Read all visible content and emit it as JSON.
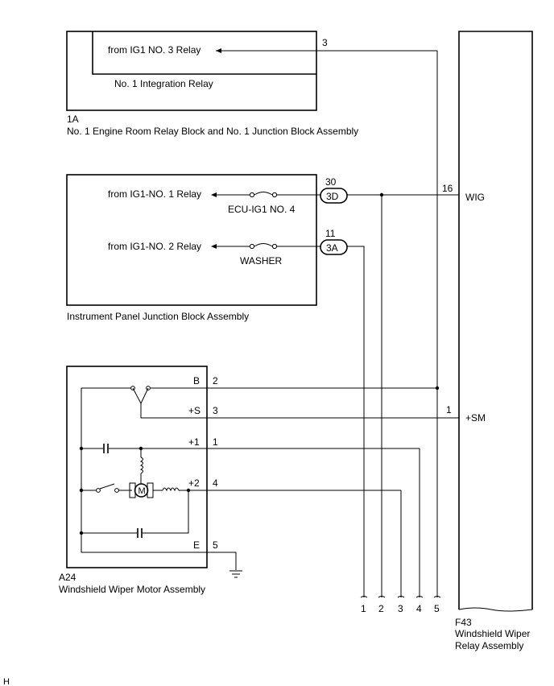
{
  "relay_block": {
    "id": "1A",
    "name": "No. 1 Engine Room Relay Block and No. 1 Junction Block Assembly",
    "inner_source": "from IG1 NO. 3 Relay",
    "inner_name": "No. 1 Integration Relay",
    "pin": "3"
  },
  "ip_junction": {
    "name": "Instrument Panel Junction Block Assembly",
    "circuits": [
      {
        "source": "from IG1-NO. 1 Relay",
        "fuse": "ECU-IG1 NO. 4",
        "connector": "3D",
        "pin": "30"
      },
      {
        "source": "from IG1-NO. 2 Relay",
        "fuse": "WASHER",
        "connector": "3A",
        "pin": "11"
      }
    ]
  },
  "wiper_motor": {
    "id": "A24",
    "name": "Windshield Wiper Motor Assembly",
    "terminals": [
      {
        "name": "B",
        "pin": "2"
      },
      {
        "name": "+S",
        "pin": "3"
      },
      {
        "name": "+1",
        "pin": "1"
      },
      {
        "name": "+2",
        "pin": "4"
      },
      {
        "name": "E",
        "pin": "5"
      }
    ],
    "motor_symbol": "M"
  },
  "wiper_relay": {
    "id": "F43",
    "name_line1": "Windshield Wiper",
    "name_line2": "Relay Assembly",
    "terminals": [
      {
        "name": "WIG",
        "pin": "16"
      },
      {
        "name": "+SM",
        "pin": "1"
      }
    ]
  },
  "bottom_wires": [
    "1",
    "2",
    "3",
    "4",
    "5"
  ],
  "corner_mark": "H"
}
